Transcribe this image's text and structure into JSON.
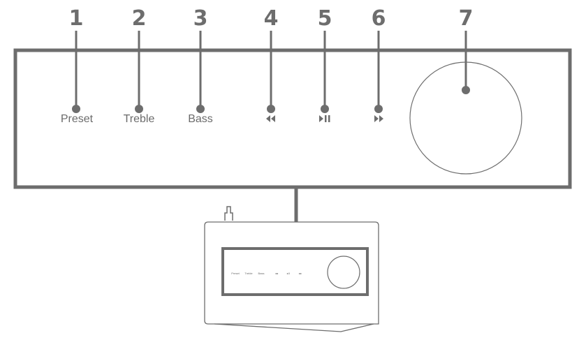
{
  "colors": {
    "stroke": "#6d6d6d",
    "background": "#ffffff"
  },
  "callouts": [
    {
      "number": "1",
      "label": "Preset"
    },
    {
      "number": "2",
      "label": "Treble"
    },
    {
      "number": "3",
      "label": "Bass"
    },
    {
      "number": "4",
      "icon": "rewind-icon"
    },
    {
      "number": "5",
      "icon": "play-pause-icon"
    },
    {
      "number": "6",
      "icon": "fast-forward-icon"
    },
    {
      "number": "7",
      "icon": "volume-knob-icon"
    }
  ],
  "mini": {
    "labels": [
      "Preset",
      "Treble",
      "Bass"
    ],
    "glyphs": [
      "◂◂",
      "▸II",
      "▸▸"
    ]
  }
}
